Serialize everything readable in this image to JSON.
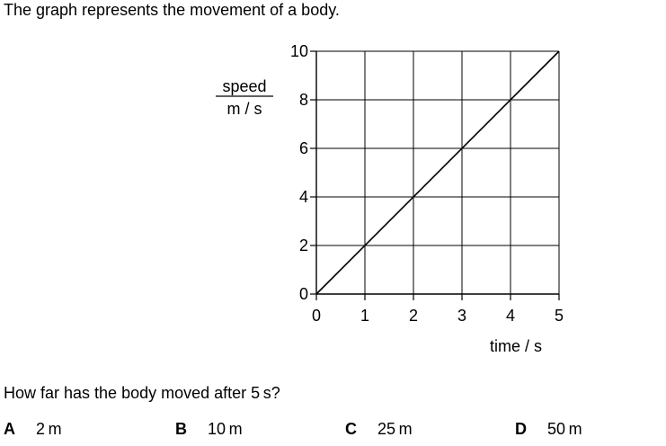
{
  "question": {
    "intro": "The graph represents the movement of a body.",
    "prompt": "How far has the body moved after 5 s?",
    "options": [
      {
        "letter": "A",
        "text": "2 m"
      },
      {
        "letter": "B",
        "text": "10 m"
      },
      {
        "letter": "C",
        "text": "25 m"
      },
      {
        "letter": "D",
        "text": "50 m"
      }
    ]
  },
  "chart_data": {
    "type": "line",
    "ylabel_top": "speed",
    "ylabel_bottom": "m / s",
    "xlabel": "time / s",
    "xlim": [
      0,
      5
    ],
    "ylim": [
      0,
      10
    ],
    "x_ticks": [
      0,
      1,
      2,
      3,
      4,
      5
    ],
    "y_ticks": [
      0,
      2,
      4,
      6,
      8,
      10
    ],
    "grid": true,
    "series": [
      {
        "x": [
          0,
          5
        ],
        "y": [
          0,
          10
        ]
      }
    ]
  }
}
